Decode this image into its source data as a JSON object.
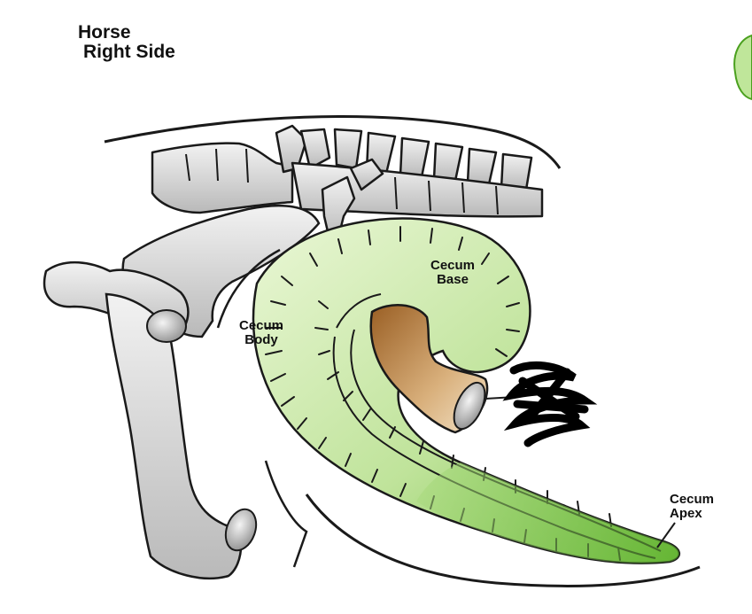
{
  "title": {
    "line1": "Horse",
    "line2": "Right Side"
  },
  "labels": {
    "body_line1": "Cecum",
    "body_line2": "Body",
    "base_line1": "Cecum",
    "base_line2": "Base",
    "apex_line1": "Cecum",
    "apex_line2": "Apex"
  },
  "colors": {
    "bone_fill": "#d8d8d8",
    "bone_stroke": "#1a1a1a",
    "cecum_light": "#e6f5cf",
    "cecum_dark": "#74c043",
    "ileum_dark": "#a66a2c",
    "ileum_light": "#f0dcbc",
    "scribble": "#000000"
  }
}
